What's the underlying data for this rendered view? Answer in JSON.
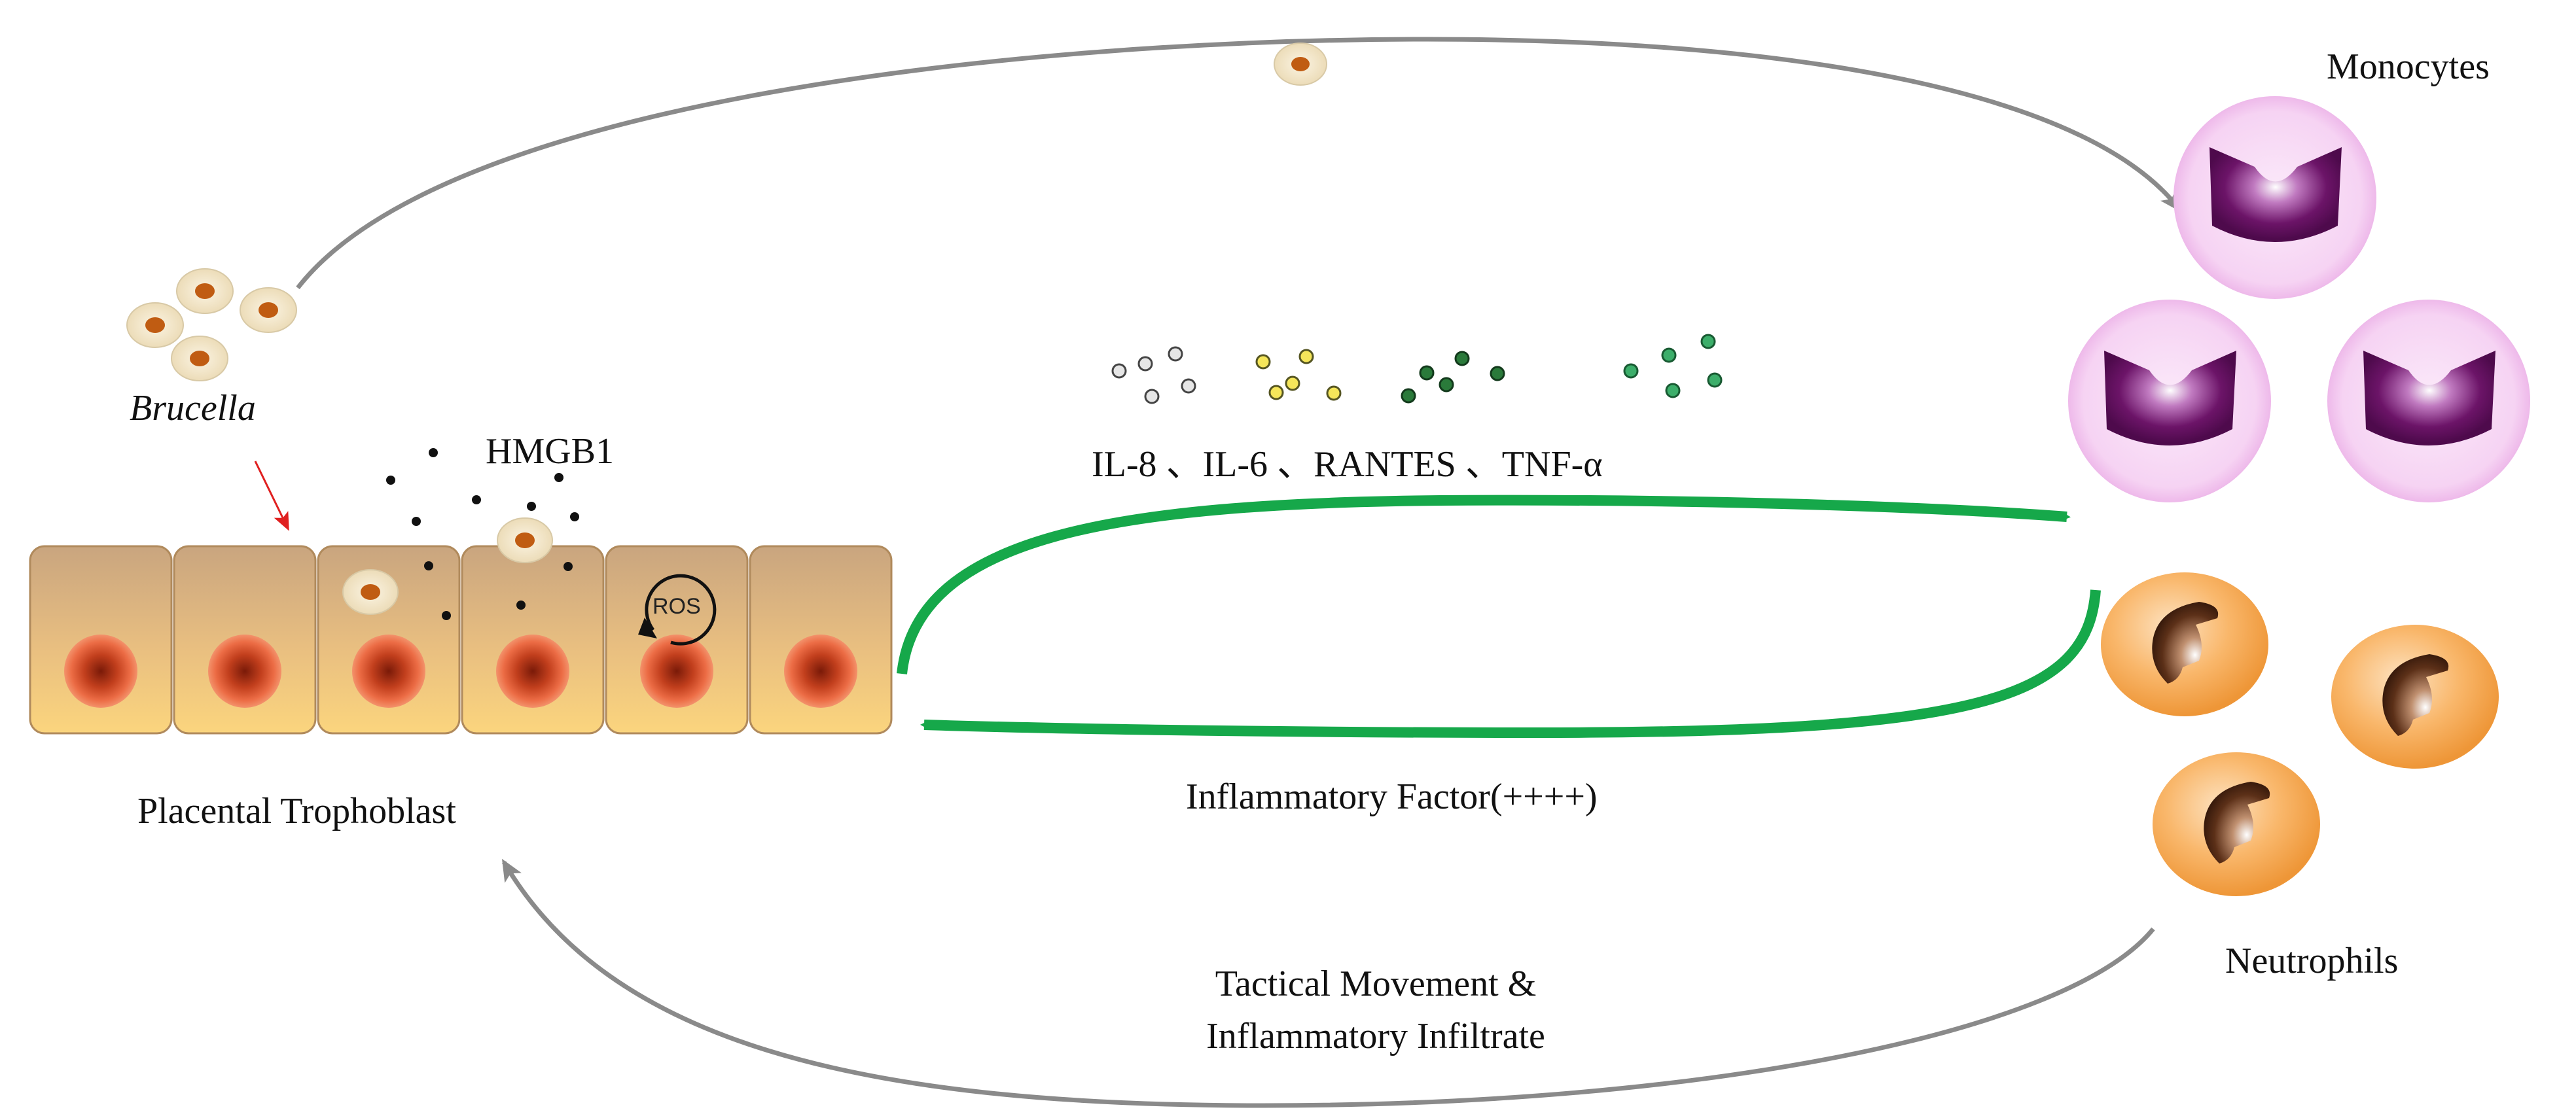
{
  "labels": {
    "brucella": "Brucella",
    "hmgb1": "HMGB1",
    "ros": "ROS",
    "placental_trophoblast": "Placental Trophoblast",
    "cytokines": "IL-8 、IL-6 、RANTES 、TNF-α",
    "inflammatory_factor": "Inflammatory Factor(++++)",
    "monocytes": "Monocytes",
    "neutrophils": "Neutrophils",
    "movement_line1": "Tactical Movement &",
    "movement_line2": "Inflammatory Infiltrate"
  },
  "colors": {
    "green_arrow": "#16a84a",
    "gray_arrow": "#8a8a8a",
    "red_arrow": "#e02020",
    "cell_top": "#c9a57f",
    "cell_bottom": "#fbd57e",
    "nucleus_core": "#9c2a10",
    "nucleus_ring": "#f07a55",
    "monocyte_halo": "#f7dcf5",
    "monocyte_nucleus": "#5a0c58",
    "neutrophil_body": "#f7a957",
    "neutrophil_nucleus": "#3d1e0d",
    "bacterium_body": "#f6ecd2",
    "bacterium_core": "#c05c12"
  },
  "icons": [
    "brucella-bacterium-icon",
    "trophoblast-cell-icon",
    "monocyte-icon",
    "neutrophil-icon",
    "ros-cycle-icon",
    "hmgb1-particle-icon",
    "cytokine-particle-icon"
  ]
}
